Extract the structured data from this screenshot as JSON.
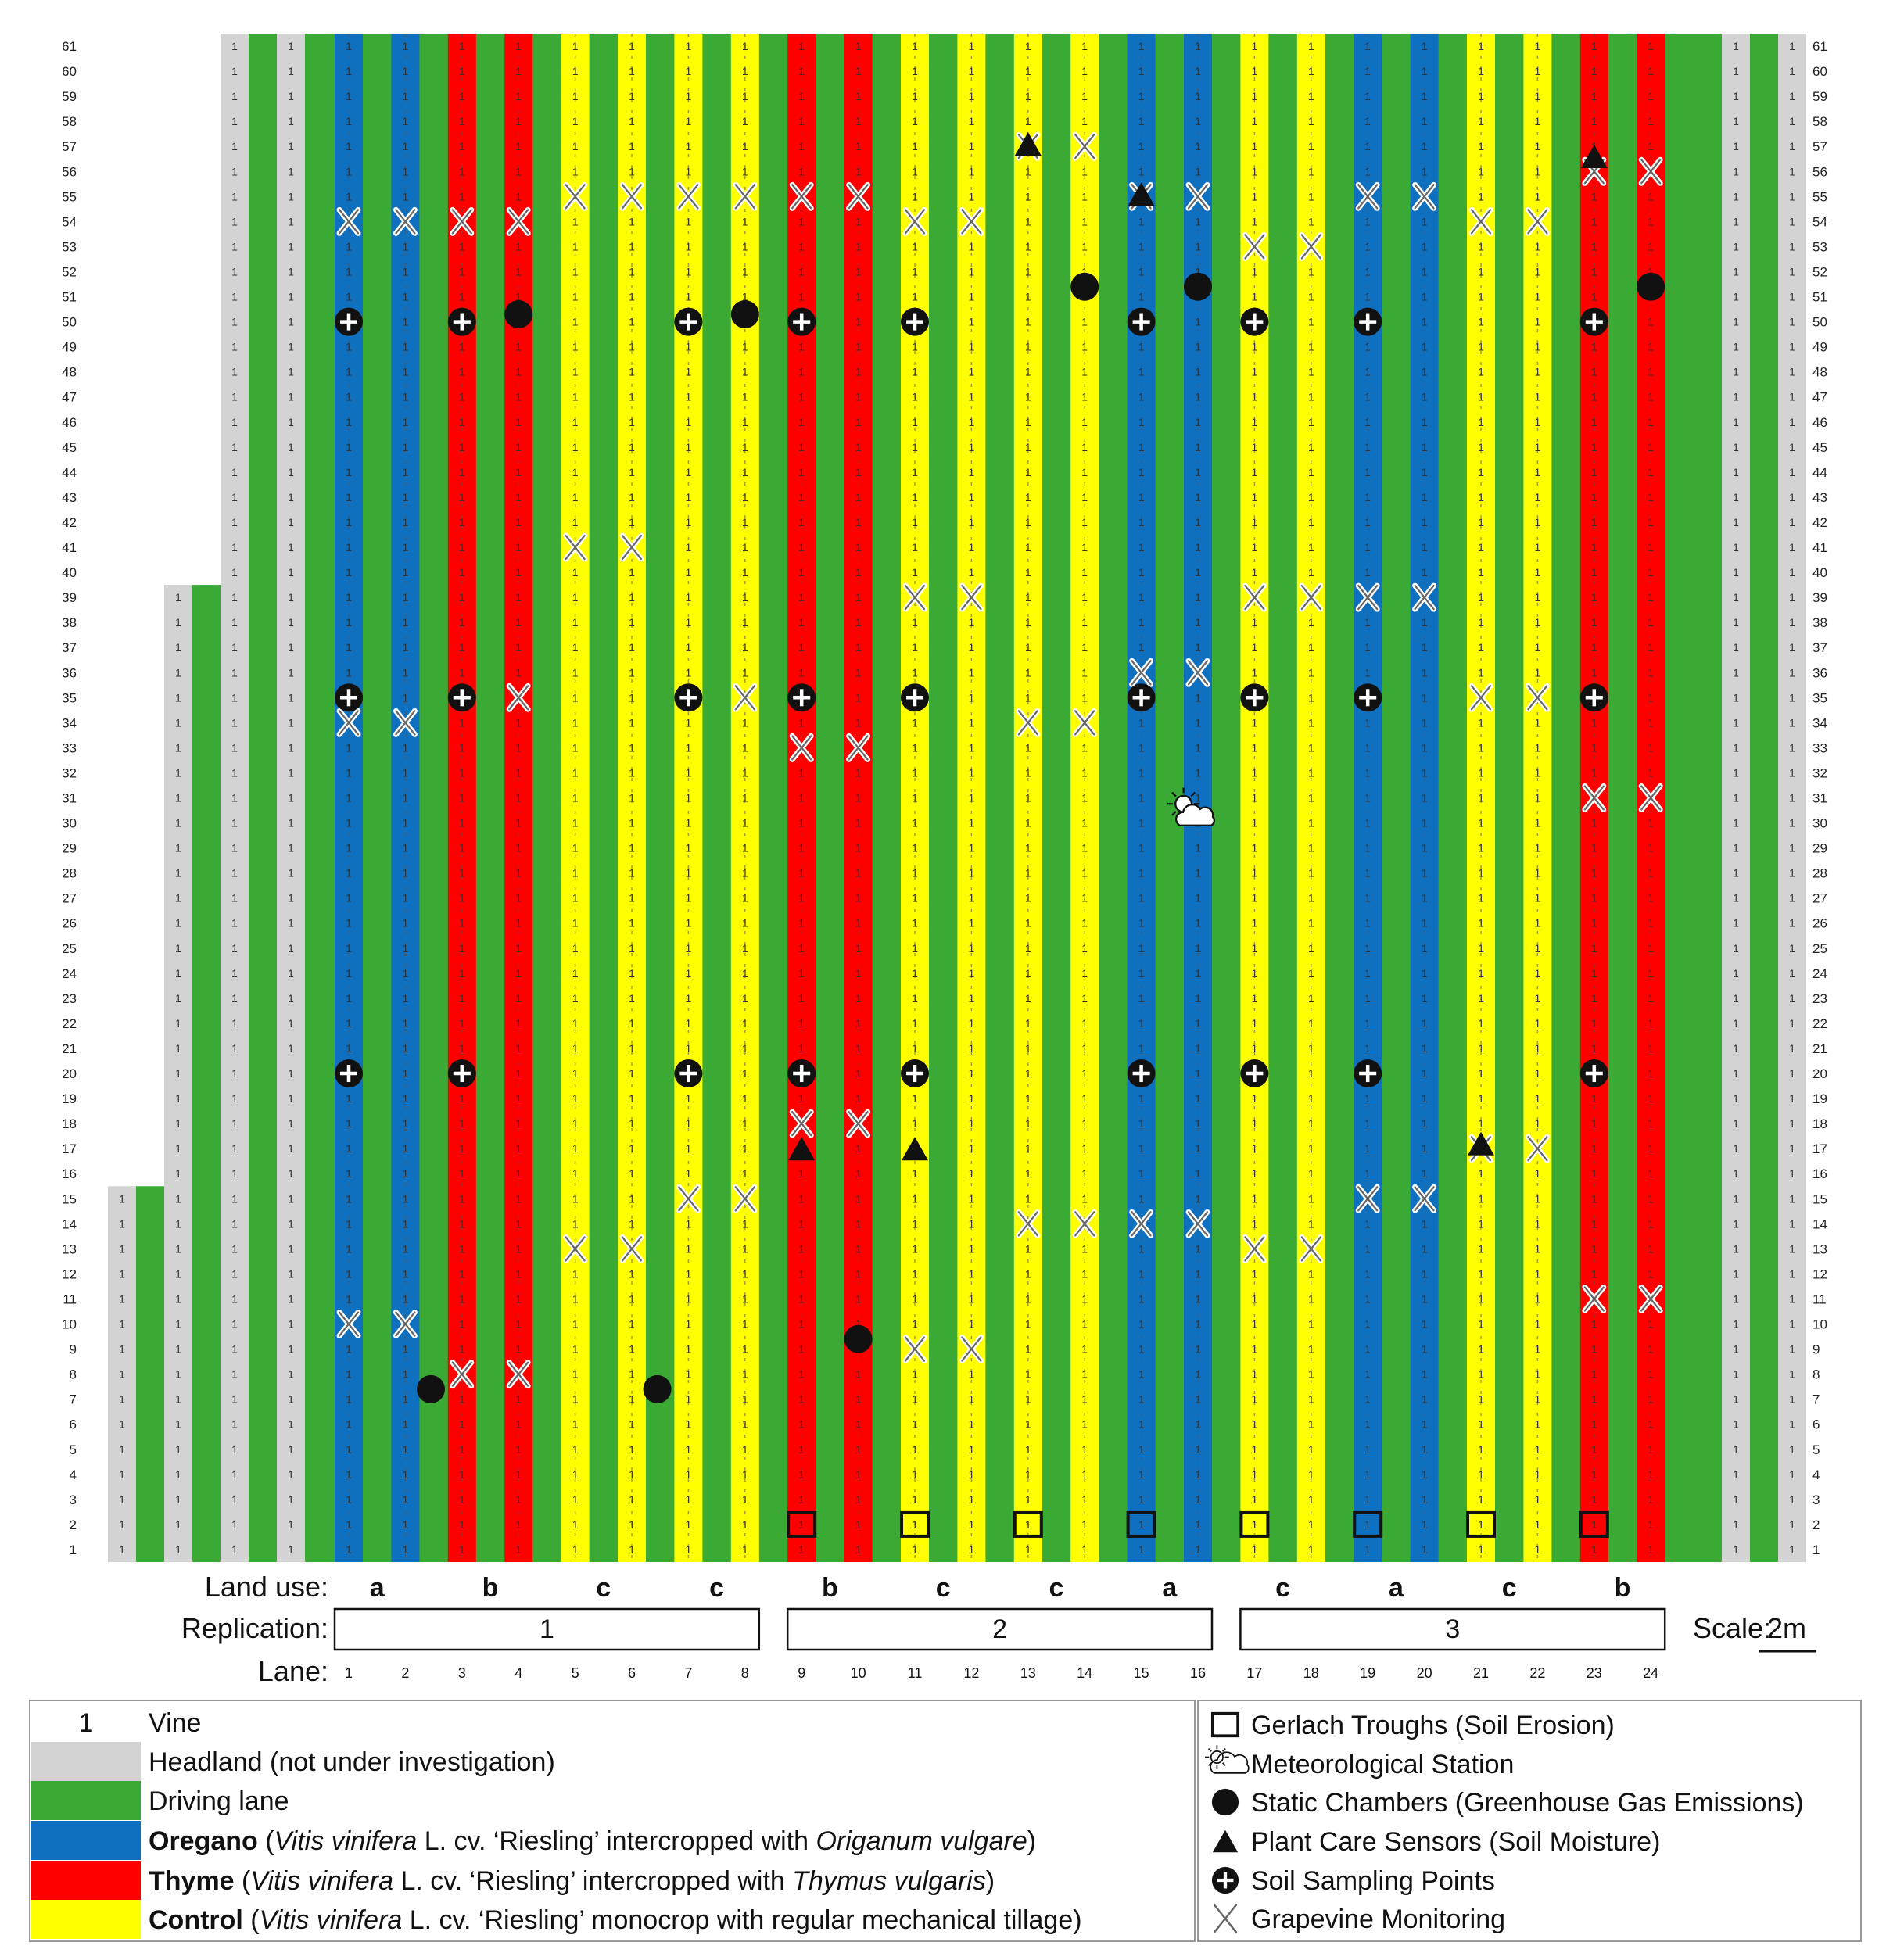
{
  "rows": {
    "max": 61
  },
  "vine_mark": "1",
  "colors": {
    "headland": "#d3d3d3",
    "driving": "#3aaa35",
    "oregano": "#0f70c0",
    "thyme": "#ff0000",
    "control": "#ffff00",
    "vine_text": "#333333"
  },
  "left_strips": [
    {
      "type": "headland",
      "top_row": 15
    },
    {
      "type": "driving",
      "top_row": 15
    },
    {
      "type": "headland",
      "top_row": 39
    },
    {
      "type": "driving",
      "top_row": 39
    },
    {
      "type": "headland",
      "top_row": 61
    },
    {
      "type": "driving",
      "top_row": 61
    },
    {
      "type": "headland",
      "top_row": 61
    },
    {
      "type": "driving",
      "top_row": 61
    }
  ],
  "right_strips": [
    "driving",
    "headland",
    "driving",
    "headland"
  ],
  "lanes": [
    {
      "num": "1",
      "type": "oregano"
    },
    {
      "num": "2",
      "type": "oregano"
    },
    {
      "num": "3",
      "type": "thyme"
    },
    {
      "num": "4",
      "type": "thyme"
    },
    {
      "num": "5",
      "type": "control"
    },
    {
      "num": "6",
      "type": "control"
    },
    {
      "num": "7",
      "type": "control"
    },
    {
      "num": "8",
      "type": "control"
    },
    {
      "num": "9",
      "type": "thyme"
    },
    {
      "num": "10",
      "type": "thyme"
    },
    {
      "num": "11",
      "type": "control"
    },
    {
      "num": "12",
      "type": "control"
    },
    {
      "num": "13",
      "type": "control"
    },
    {
      "num": "14",
      "type": "control"
    },
    {
      "num": "15",
      "type": "oregano"
    },
    {
      "num": "16",
      "type": "oregano"
    },
    {
      "num": "17",
      "type": "control"
    },
    {
      "num": "18",
      "type": "control"
    },
    {
      "num": "19",
      "type": "oregano"
    },
    {
      "num": "20",
      "type": "oregano"
    },
    {
      "num": "21",
      "type": "control"
    },
    {
      "num": "22",
      "type": "control"
    },
    {
      "num": "23",
      "type": "thyme"
    },
    {
      "num": "24",
      "type": "thyme"
    }
  ],
  "land_use": [
    "a",
    "b",
    "c",
    "c",
    "b",
    "c",
    "c",
    "a",
    "c",
    "a",
    "c",
    "b"
  ],
  "replications": [
    "1",
    "2",
    "3"
  ],
  "labels": {
    "land_use": "Land use:",
    "replication": "Replication:",
    "lane": "Lane:",
    "scale": "Scale:",
    "scale_value": "2m"
  },
  "markers": {
    "grapevine": [
      [
        1,
        54
      ],
      [
        2,
        54
      ],
      [
        3,
        54
      ],
      [
        4,
        54
      ],
      [
        5,
        55
      ],
      [
        6,
        55
      ],
      [
        7,
        55
      ],
      [
        8,
        55
      ],
      [
        9,
        55
      ],
      [
        10,
        55
      ],
      [
        11,
        54
      ],
      [
        12,
        54
      ],
      [
        13,
        57
      ],
      [
        14,
        57
      ],
      [
        15,
        55
      ],
      [
        16,
        55
      ],
      [
        17,
        53
      ],
      [
        18,
        53
      ],
      [
        19,
        55
      ],
      [
        20,
        55
      ],
      [
        21,
        54
      ],
      [
        22,
        54
      ],
      [
        23,
        56
      ],
      [
        24,
        56
      ],
      [
        5,
        41
      ],
      [
        6,
        41
      ],
      [
        11,
        39
      ],
      [
        12,
        39
      ],
      [
        17,
        39
      ],
      [
        18,
        39
      ],
      [
        19,
        39
      ],
      [
        20,
        39
      ],
      [
        15,
        36
      ],
      [
        16,
        36
      ],
      [
        4,
        35
      ],
      [
        8,
        35
      ],
      [
        21,
        35
      ],
      [
        22,
        35
      ],
      [
        1,
        34
      ],
      [
        2,
        34
      ],
      [
        13,
        34
      ],
      [
        14,
        34
      ],
      [
        9,
        33
      ],
      [
        10,
        33
      ],
      [
        23,
        31
      ],
      [
        24,
        31
      ],
      [
        9,
        18
      ],
      [
        10,
        18
      ],
      [
        21,
        17
      ],
      [
        22,
        17
      ],
      [
        7,
        15
      ],
      [
        8,
        15
      ],
      [
        19,
        15
      ],
      [
        20,
        15
      ],
      [
        13,
        14
      ],
      [
        14,
        14
      ],
      [
        15,
        14
      ],
      [
        16,
        14
      ],
      [
        5,
        13
      ],
      [
        6,
        13
      ],
      [
        17,
        13
      ],
      [
        18,
        13
      ],
      [
        23,
        11
      ],
      [
        24,
        11
      ],
      [
        1,
        10
      ],
      [
        2,
        10
      ],
      [
        11,
        9
      ],
      [
        12,
        9
      ],
      [
        3,
        8
      ],
      [
        4,
        8
      ]
    ],
    "soil_sampling": [
      [
        1,
        50
      ],
      [
        3,
        50
      ],
      [
        7,
        50
      ],
      [
        9,
        50
      ],
      [
        11,
        50
      ],
      [
        15,
        50
      ],
      [
        17,
        50
      ],
      [
        19,
        50
      ],
      [
        23,
        50
      ],
      [
        1,
        35
      ],
      [
        3,
        35
      ],
      [
        7,
        35
      ],
      [
        9,
        35
      ],
      [
        11,
        35
      ],
      [
        15,
        35
      ],
      [
        17,
        35
      ],
      [
        19,
        35
      ],
      [
        23,
        35
      ],
      [
        1,
        20
      ],
      [
        3,
        20
      ],
      [
        7,
        20
      ],
      [
        9,
        20
      ],
      [
        11,
        20
      ],
      [
        15,
        20
      ],
      [
        17,
        20
      ],
      [
        19,
        20
      ],
      [
        23,
        20
      ]
    ],
    "static_chambers": [
      [
        4,
        50.3
      ],
      [
        8,
        50.3
      ],
      [
        14,
        51.4
      ],
      [
        16,
        51.4
      ],
      [
        24,
        51.4
      ],
      [
        10,
        9.4
      ],
      [
        2.45,
        7.4
      ],
      [
        6.45,
        7.4
      ]
    ],
    "plant_care": [
      [
        13,
        57.1
      ],
      [
        15,
        55.1
      ],
      [
        23,
        56.6
      ],
      [
        9,
        17
      ],
      [
        11,
        17
      ],
      [
        21,
        17.2
      ]
    ],
    "gerlach": [
      [
        9,
        2
      ],
      [
        11,
        2
      ],
      [
        13,
        2
      ],
      [
        15,
        2
      ],
      [
        17,
        2
      ],
      [
        19,
        2
      ],
      [
        21,
        2
      ],
      [
        23,
        2
      ]
    ],
    "meteo": [
      [
        16,
        30.4
      ]
    ]
  },
  "legend": {
    "left": [
      {
        "key": "vine",
        "symbol": "1",
        "label": "Vine"
      },
      {
        "key": "headland",
        "label": "Headland (not under investigation)"
      },
      {
        "key": "driving",
        "label": "Driving lane"
      },
      {
        "key": "oregano",
        "bold": "Oregano",
        "p1": " (",
        "i1": "Vitis vinifera",
        "p2": " L. cv. ‘Riesling’ intercropped with ",
        "i2": "Origanum vulgare",
        "p3": ")"
      },
      {
        "key": "thyme",
        "bold": "Thyme",
        "p1": " (",
        "i1": "Vitis vinifera",
        "p2": " L. cv. ‘Riesling’ intercropped with ",
        "i2": "Thymus vulgaris",
        "p3": ")"
      },
      {
        "key": "control",
        "bold": "Control",
        "p1": " (",
        "i1": "Vitis vinifera",
        "p2": " L. cv. ‘Riesling’ monocrop with regular mechanical tillage)"
      }
    ],
    "right": [
      {
        "icon": "gerlach",
        "label": "Gerlach Troughs (Soil Erosion)"
      },
      {
        "icon": "meteo",
        "label": "Meteorological Station"
      },
      {
        "icon": "chamber",
        "label": "Static Chambers (Greenhouse Gas Emissions)"
      },
      {
        "icon": "sensor",
        "label": "Plant Care Sensors (Soil Moisture)"
      },
      {
        "icon": "soil",
        "label": "Soil Sampling Points"
      },
      {
        "icon": "grapevine",
        "label": "Grapevine Monitoring"
      }
    ]
  }
}
